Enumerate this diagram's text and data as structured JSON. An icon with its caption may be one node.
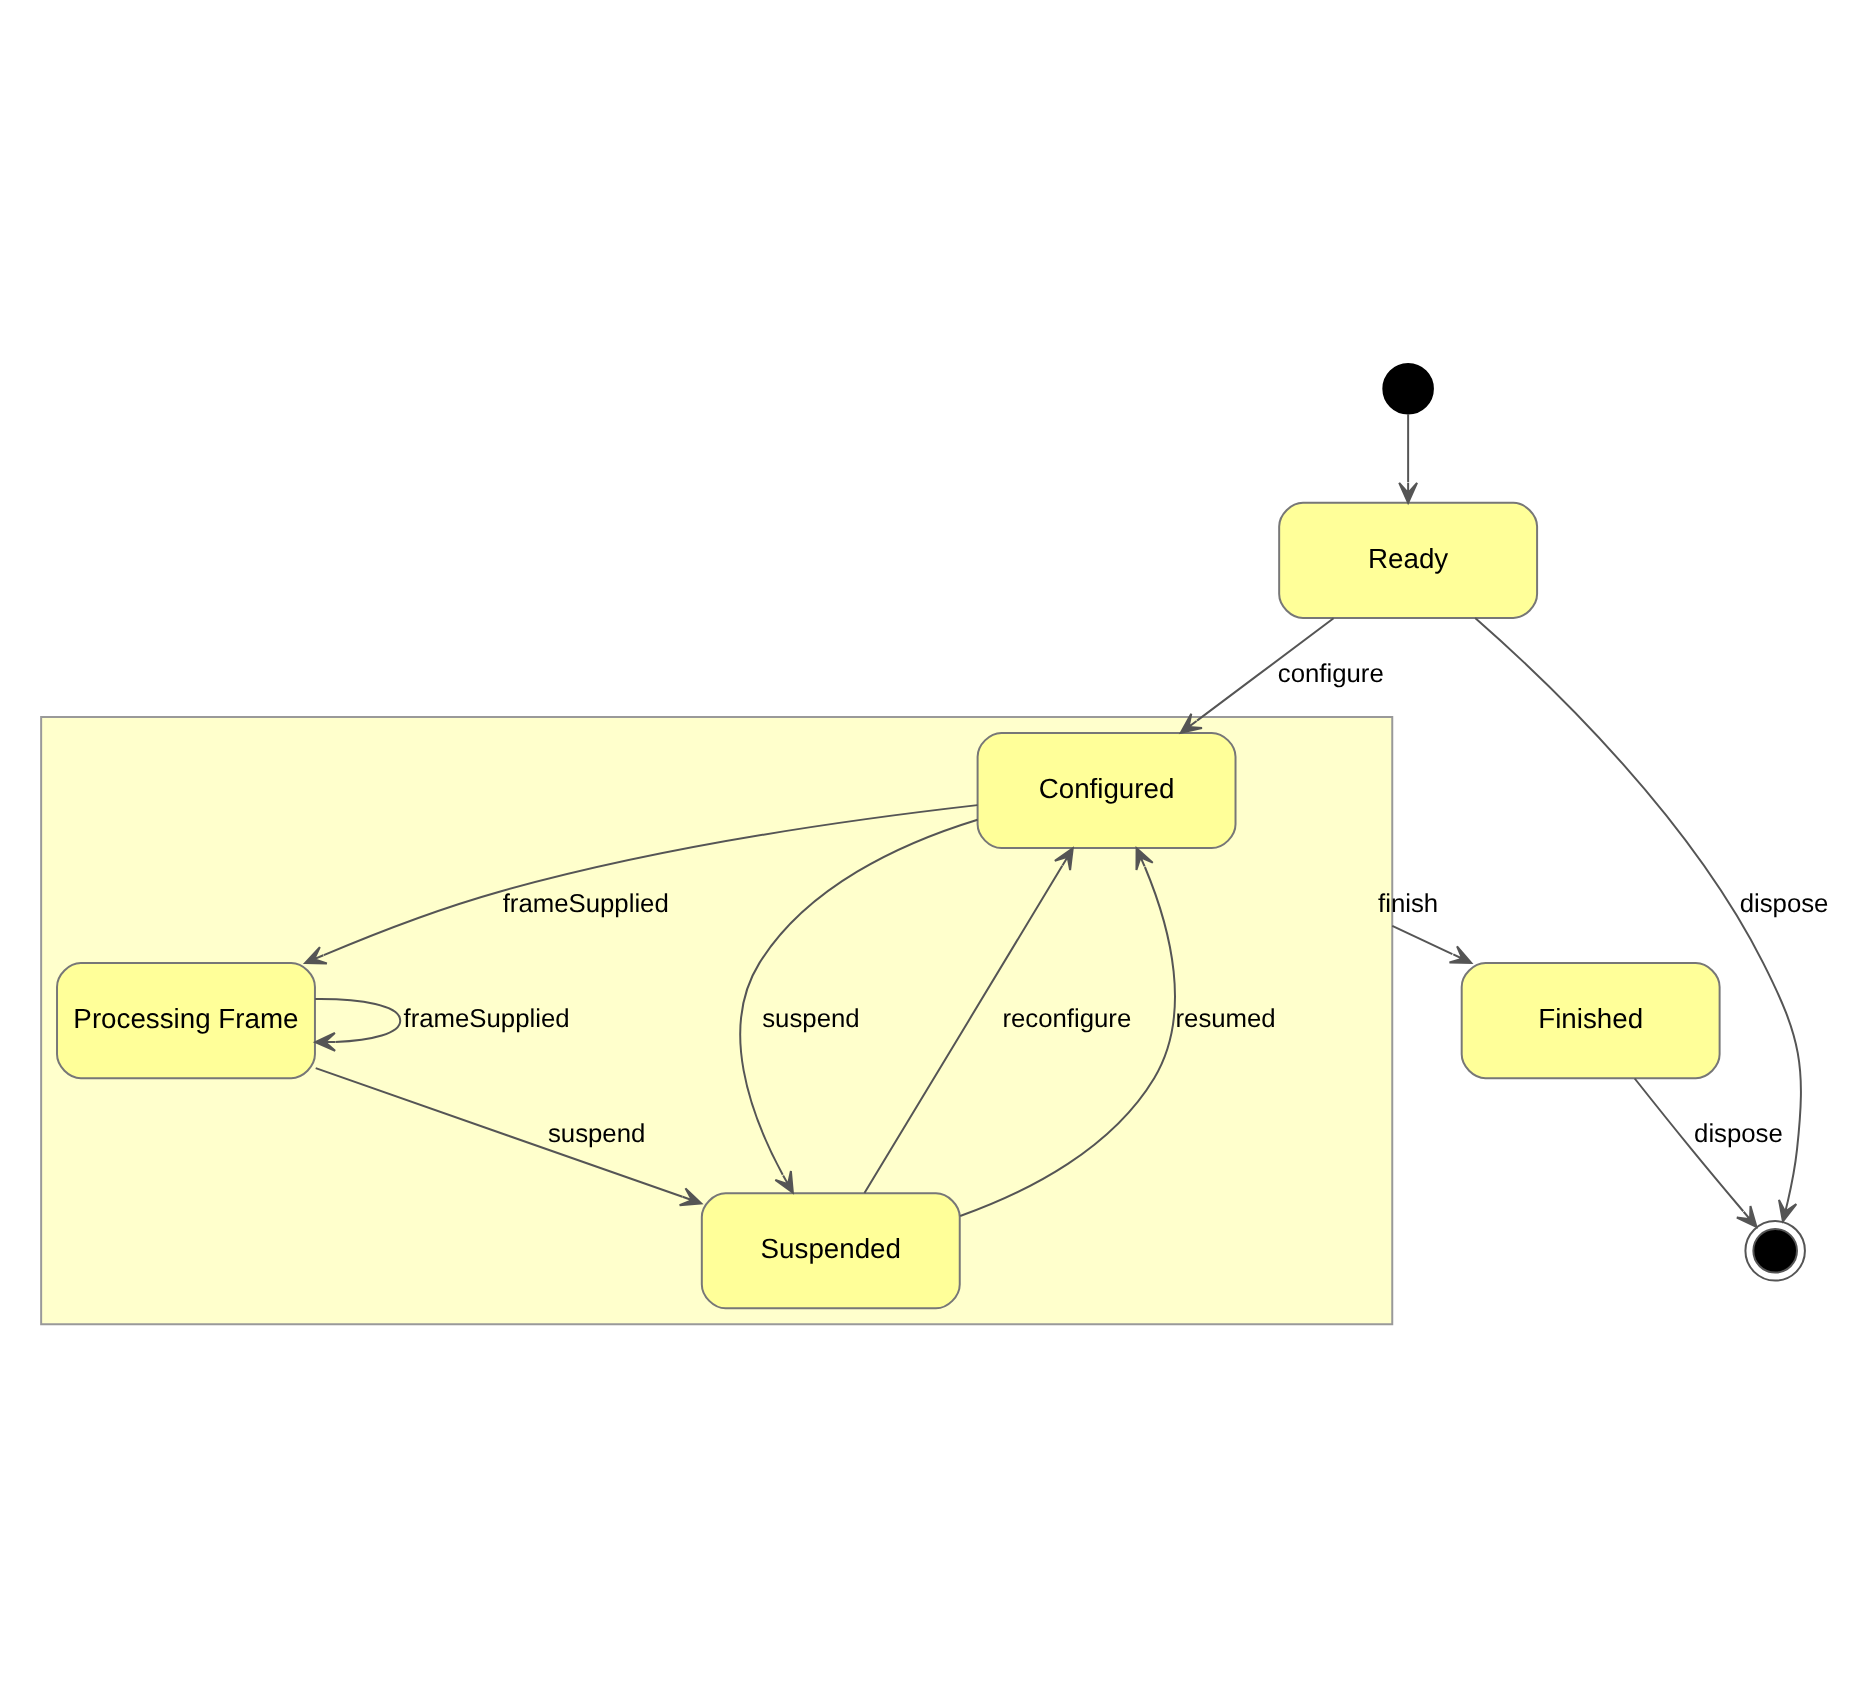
{
  "diagram": {
    "nodes": [
      {
        "text": [],
        "shape": "circle"
      },
      {
        "text": [],
        "shape": "bullseye"
      },
      {
        "text": [
          "Ready"
        ]
      },
      {
        "text": [
          "Finished"
        ]
      },
      {
        "text": [],
        "shape": "box"
      },
      {
        "text": [
          "Configured"
        ],
        "in": 4
      },
      {
        "text": [
          "Processing Frame"
        ],
        "in": 4
      },
      {
        "text": [
          "Suspended"
        ],
        "in": 4
      }
    ],
    "edges": [
      {
        "from": 0,
        "to": 2,
        "arrow": "to"
      },
      {
        "from": 2,
        "to": 1,
        "arrow": "to",
        "label": "dispose"
      },
      {
        "from": 3,
        "to": 1,
        "arrow": "to",
        "label": "dispose"
      },
      {
        "from": 4,
        "to": 3,
        "arrow": "to",
        "label": "finish"
      },
      {
        "from": 2,
        "to": 5,
        "arrow": "to",
        "label": "configure"
      },
      {
        "from": 5,
        "to": 6,
        "arrow": "to",
        "label": "frameSupplied"
      },
      {
        "from": 6,
        "to": 6,
        "arrow": "to",
        "label": "frameSupplied"
      },
      {
        "from": 5,
        "to": 7,
        "arrow": "to",
        "label": "suspend"
      },
      {
        "from": 6,
        "to": 7,
        "arrow": "to",
        "label": "suspend"
      },
      {
        "from": 7,
        "to": 5,
        "arrow": "to",
        "label": "reconfigure"
      },
      {
        "from": 7,
        "to": 5,
        "arrow": "to",
        "label": "resumed"
      }
    ]
  }
}
